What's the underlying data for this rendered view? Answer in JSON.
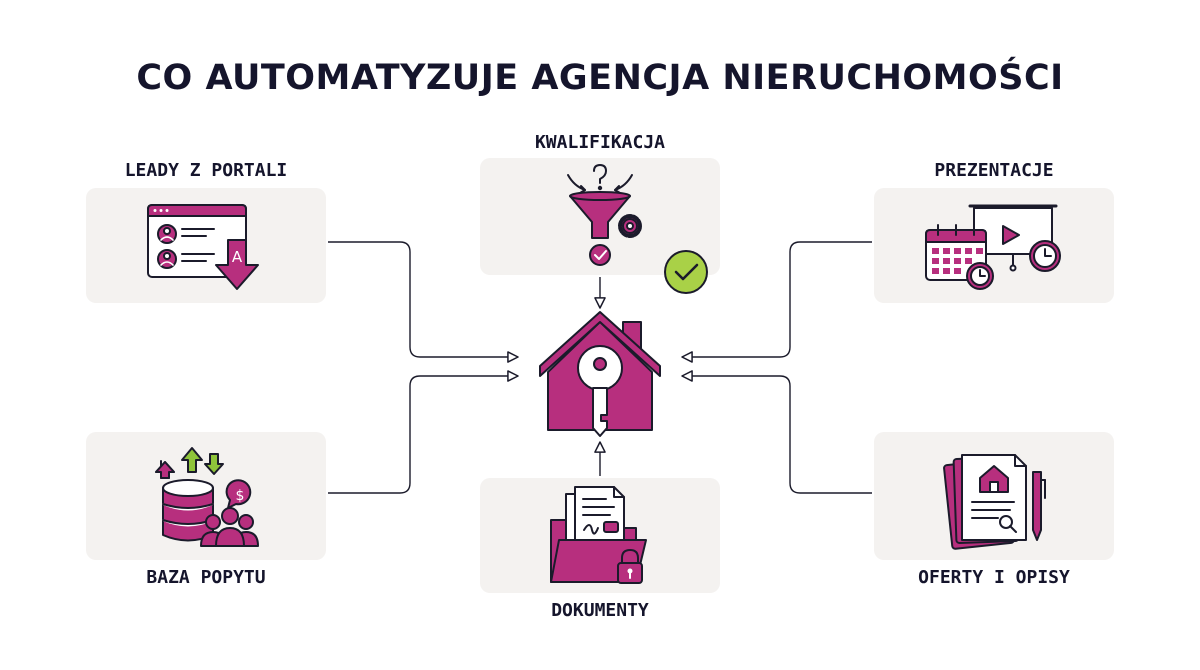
{
  "title": "CO AUTOMATYZUJE AGENCJA NIERUCHOMOŚCI",
  "nodes": {
    "leady": {
      "label": "LEADY Z PORTALI",
      "icon": "browser-leads-icon"
    },
    "kwalifikacja": {
      "label": "KWALIFIKACJA",
      "icon": "funnel-gear-icon"
    },
    "prezentacje": {
      "label": "PREZENTACJE",
      "icon": "calendar-presentation-icon"
    },
    "baza": {
      "label": "BAZA POPYTU",
      "icon": "database-people-icon"
    },
    "dokumenty": {
      "label": "DOKUMENTY",
      "icon": "folder-lock-icon"
    },
    "oferty": {
      "label": "OFERTY I OPISY",
      "icon": "listing-documents-icon"
    }
  },
  "center": {
    "icon": "house-key-icon"
  },
  "status": {
    "icon": "check-circle-icon"
  },
  "colors": {
    "accent": "#b72f7e",
    "card": "#f4f2f0",
    "ink": "#1b1b2b",
    "check": "#a9d147",
    "arrow_green": "#8fc43a"
  }
}
